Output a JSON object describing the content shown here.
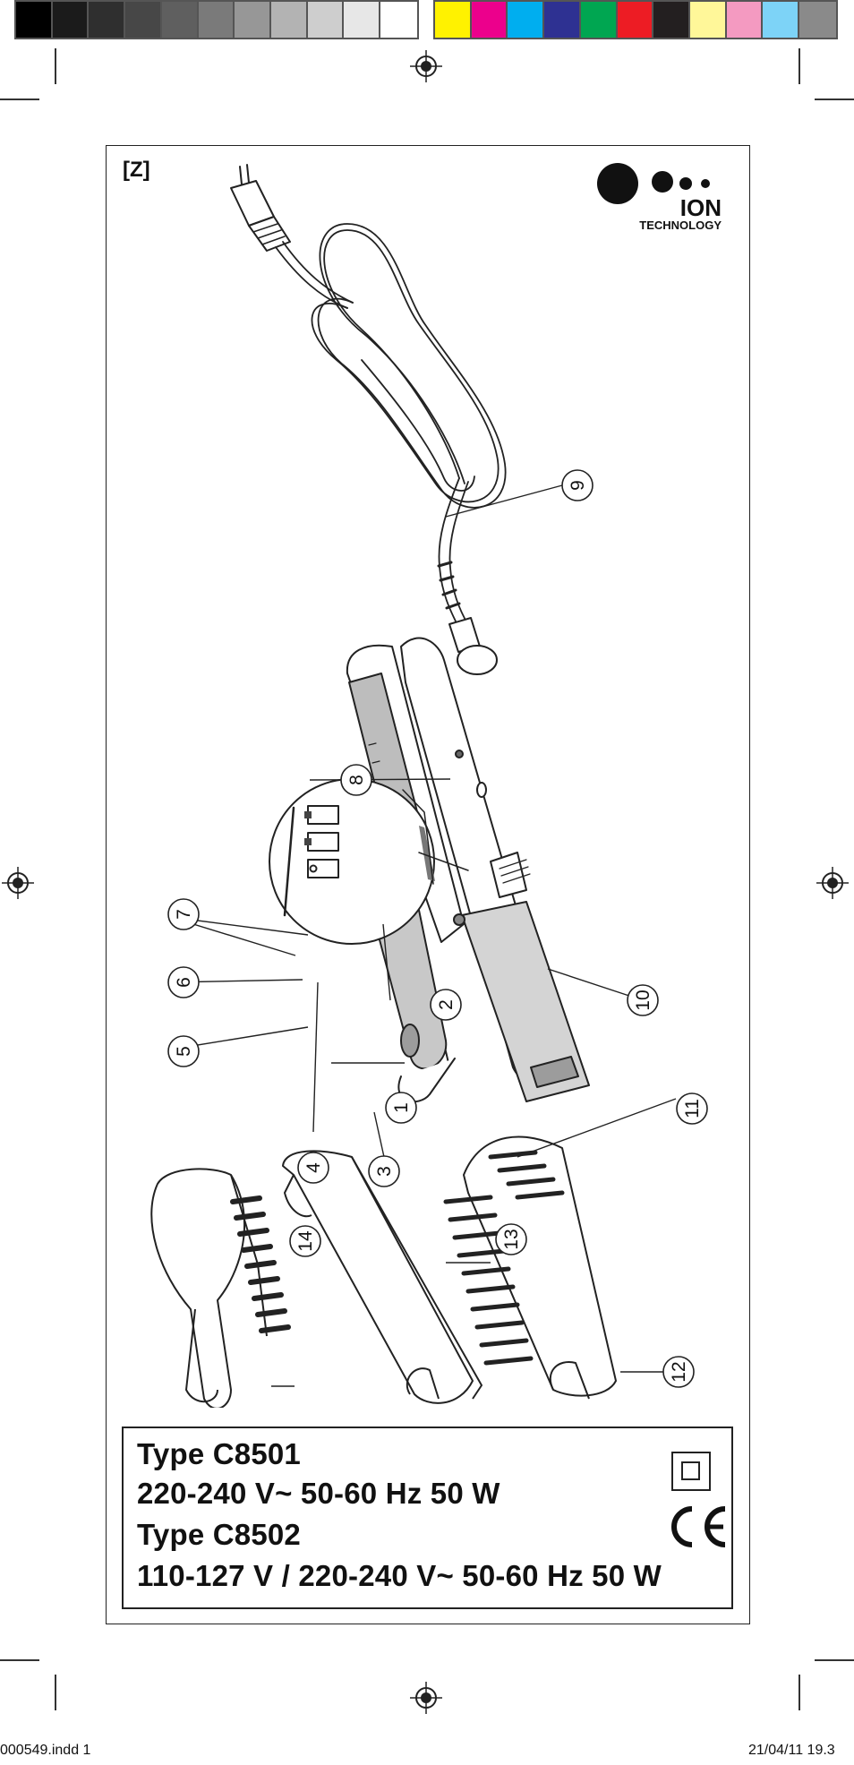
{
  "registration_marks": {
    "gray_swatches": [
      "#000000",
      "#1b1b1b",
      "#2f2f2f",
      "#474747",
      "#5f5f5f",
      "#7a7a7a",
      "#979797",
      "#b3b3b3",
      "#cecece",
      "#e7e7e7",
      "#ffffff"
    ],
    "color_swatches": [
      "#fff200",
      "#ec008c",
      "#00aeef",
      "#2e3192",
      "#00a651",
      "#ed1c24",
      "#231f20",
      "#fff799",
      "#f49ac1",
      "#7dd3f7",
      "#8a8a8a"
    ]
  },
  "page": {
    "figure_label": "[Z]",
    "logo": {
      "line1": "ION",
      "line2": "TECHNOLOGY"
    },
    "callouts": [
      "1",
      "2",
      "3",
      "4",
      "5",
      "6",
      "7",
      "8",
      "9",
      "10",
      "11",
      "12",
      "13",
      "14"
    ],
    "specs": {
      "type1": "Type C8501",
      "voltage1": "220-240 V~  50-60 Hz  50 W",
      "type2": "Type C8502",
      "voltage2": "110-127 V / 220-240 V~  50-60  Hz 50 W"
    }
  },
  "footer": {
    "file": "000549.indd   1",
    "timestamp": "21/04/11   19.3"
  }
}
